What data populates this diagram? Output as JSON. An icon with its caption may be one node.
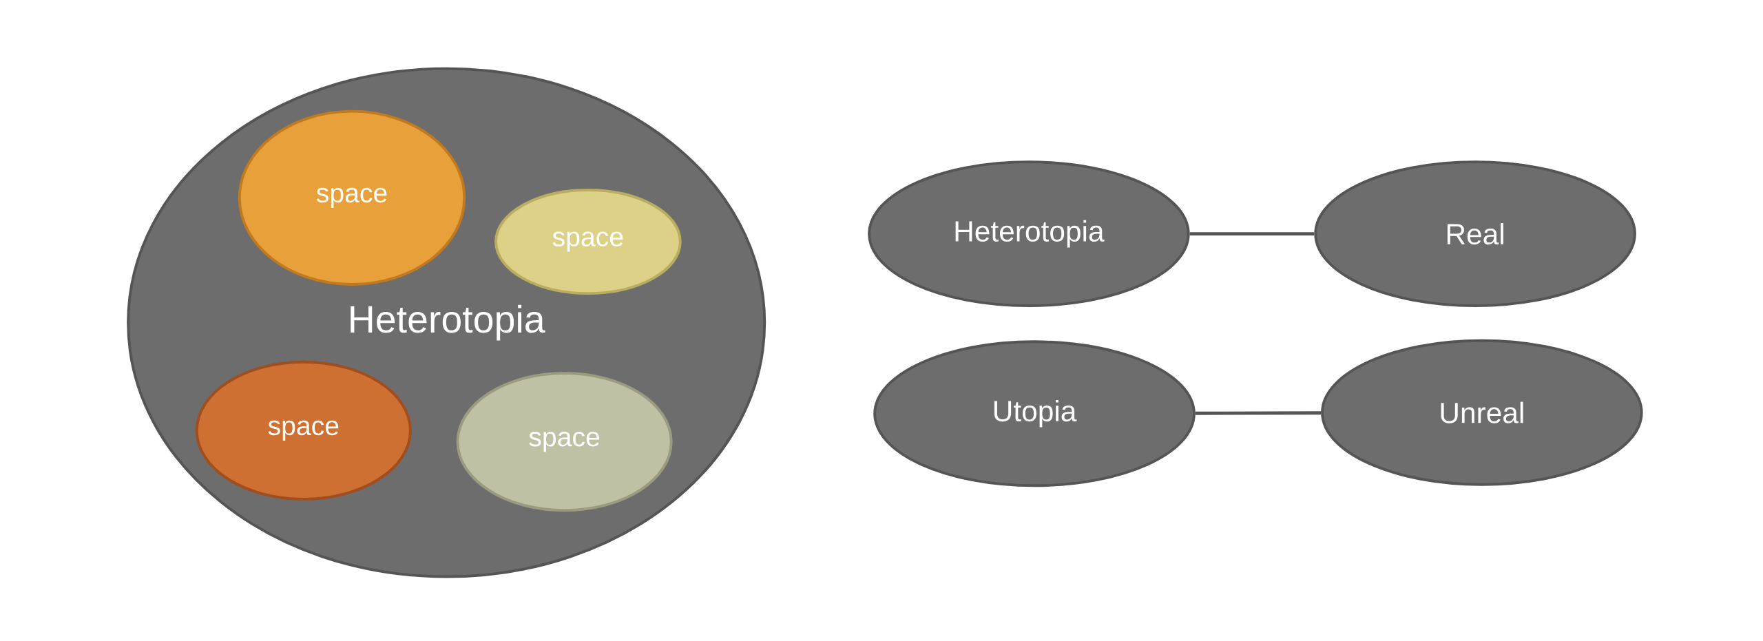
{
  "diagram": {
    "nodes": [
      {
        "text": [
          "Heterotopia"
        ]
      },
      {
        "text": [
          "space"
        ],
        "in": 0
      },
      {
        "text": [
          "space"
        ],
        "in": 0
      },
      {
        "text": [
          "space"
        ],
        "in": 0
      },
      {
        "text": [
          "space"
        ],
        "in": 0
      },
      {
        "text": [
          "Heterotopia"
        ]
      },
      {
        "text": [
          "Real"
        ]
      },
      {
        "text": [
          "Utopia"
        ]
      },
      {
        "text": [
          "Unreal"
        ]
      }
    ],
    "edges": [
      {
        "from": 5,
        "to": 6,
        "arrow": "none"
      },
      {
        "from": 7,
        "to": 8,
        "arrow": "none"
      }
    ]
  }
}
